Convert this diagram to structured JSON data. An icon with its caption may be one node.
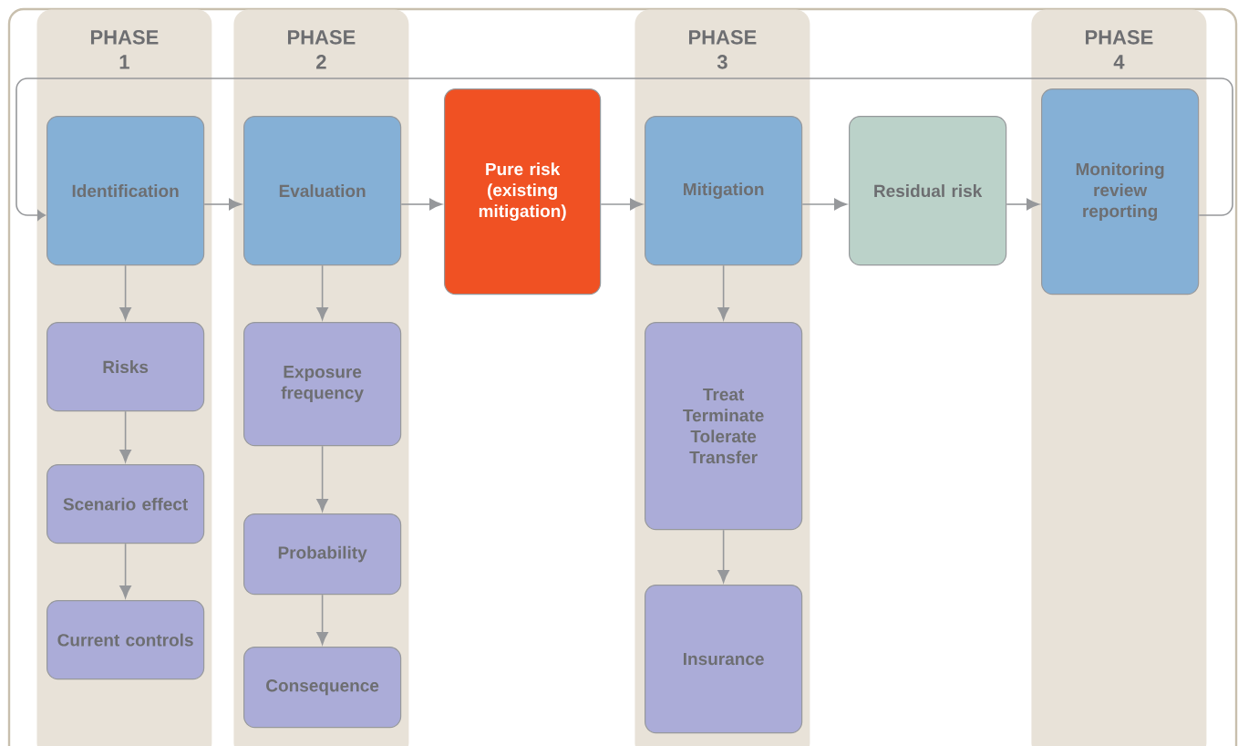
{
  "diagram": {
    "nodes": [
      {
        "text": [
          "PHASE 1"
        ]
      },
      {
        "text": [
          "Identification"
        ],
        "in": 0
      },
      {
        "text": [
          "Risks"
        ],
        "in": 0
      },
      {
        "text": [
          "Scenario effect"
        ],
        "in": 0
      },
      {
        "text": [
          "Current controls"
        ],
        "in": 0
      },
      {
        "text": [
          "PHASE 2"
        ]
      },
      {
        "text": [
          "Evaluation"
        ],
        "in": 5
      },
      {
        "text": [
          "Exposure frequency"
        ],
        "in": 5
      },
      {
        "text": [
          "Probability"
        ],
        "in": 5
      },
      {
        "text": [
          "Consequence"
        ],
        "in": 5
      },
      {
        "text": [
          "Pure risk (existing mitigation)"
        ]
      },
      {
        "text": [
          "PHASE 3"
        ]
      },
      {
        "text": [
          "Mitigation"
        ],
        "in": 11
      },
      {
        "text": [
          "Treat Terminate Tolerate Transfer"
        ],
        "in": 11
      },
      {
        "text": [
          "Insurance"
        ],
        "in": 11
      },
      {
        "text": [
          "Residual risk"
        ]
      },
      {
        "text": [
          "PHASE 4"
        ]
      },
      {
        "text": [
          "Monitoring review reporting"
        ],
        "in": 16
      }
    ],
    "edges": [
      {
        "from": 1,
        "to": 6,
        "arrow": "to"
      },
      {
        "from": 6,
        "to": 10,
        "arrow": "to"
      },
      {
        "from": 10,
        "to": 12,
        "arrow": "to"
      },
      {
        "from": 12,
        "to": 15,
        "arrow": "to"
      },
      {
        "from": 15,
        "to": 17,
        "arrow": "to"
      },
      {
        "from": 17,
        "to": 1,
        "arrow": "to"
      },
      {
        "from": 1,
        "to": 2,
        "arrow": "to"
      },
      {
        "from": 2,
        "to": 3,
        "arrow": "to"
      },
      {
        "from": 3,
        "to": 4,
        "arrow": "to"
      },
      {
        "from": 6,
        "to": 7,
        "arrow": "to"
      },
      {
        "from": 7,
        "to": 8,
        "arrow": "to"
      },
      {
        "from": 8,
        "to": 9,
        "arrow": "to"
      },
      {
        "from": 12,
        "to": 13,
        "arrow": "to"
      },
      {
        "from": 13,
        "to": 14,
        "arrow": "to"
      }
    ]
  }
}
